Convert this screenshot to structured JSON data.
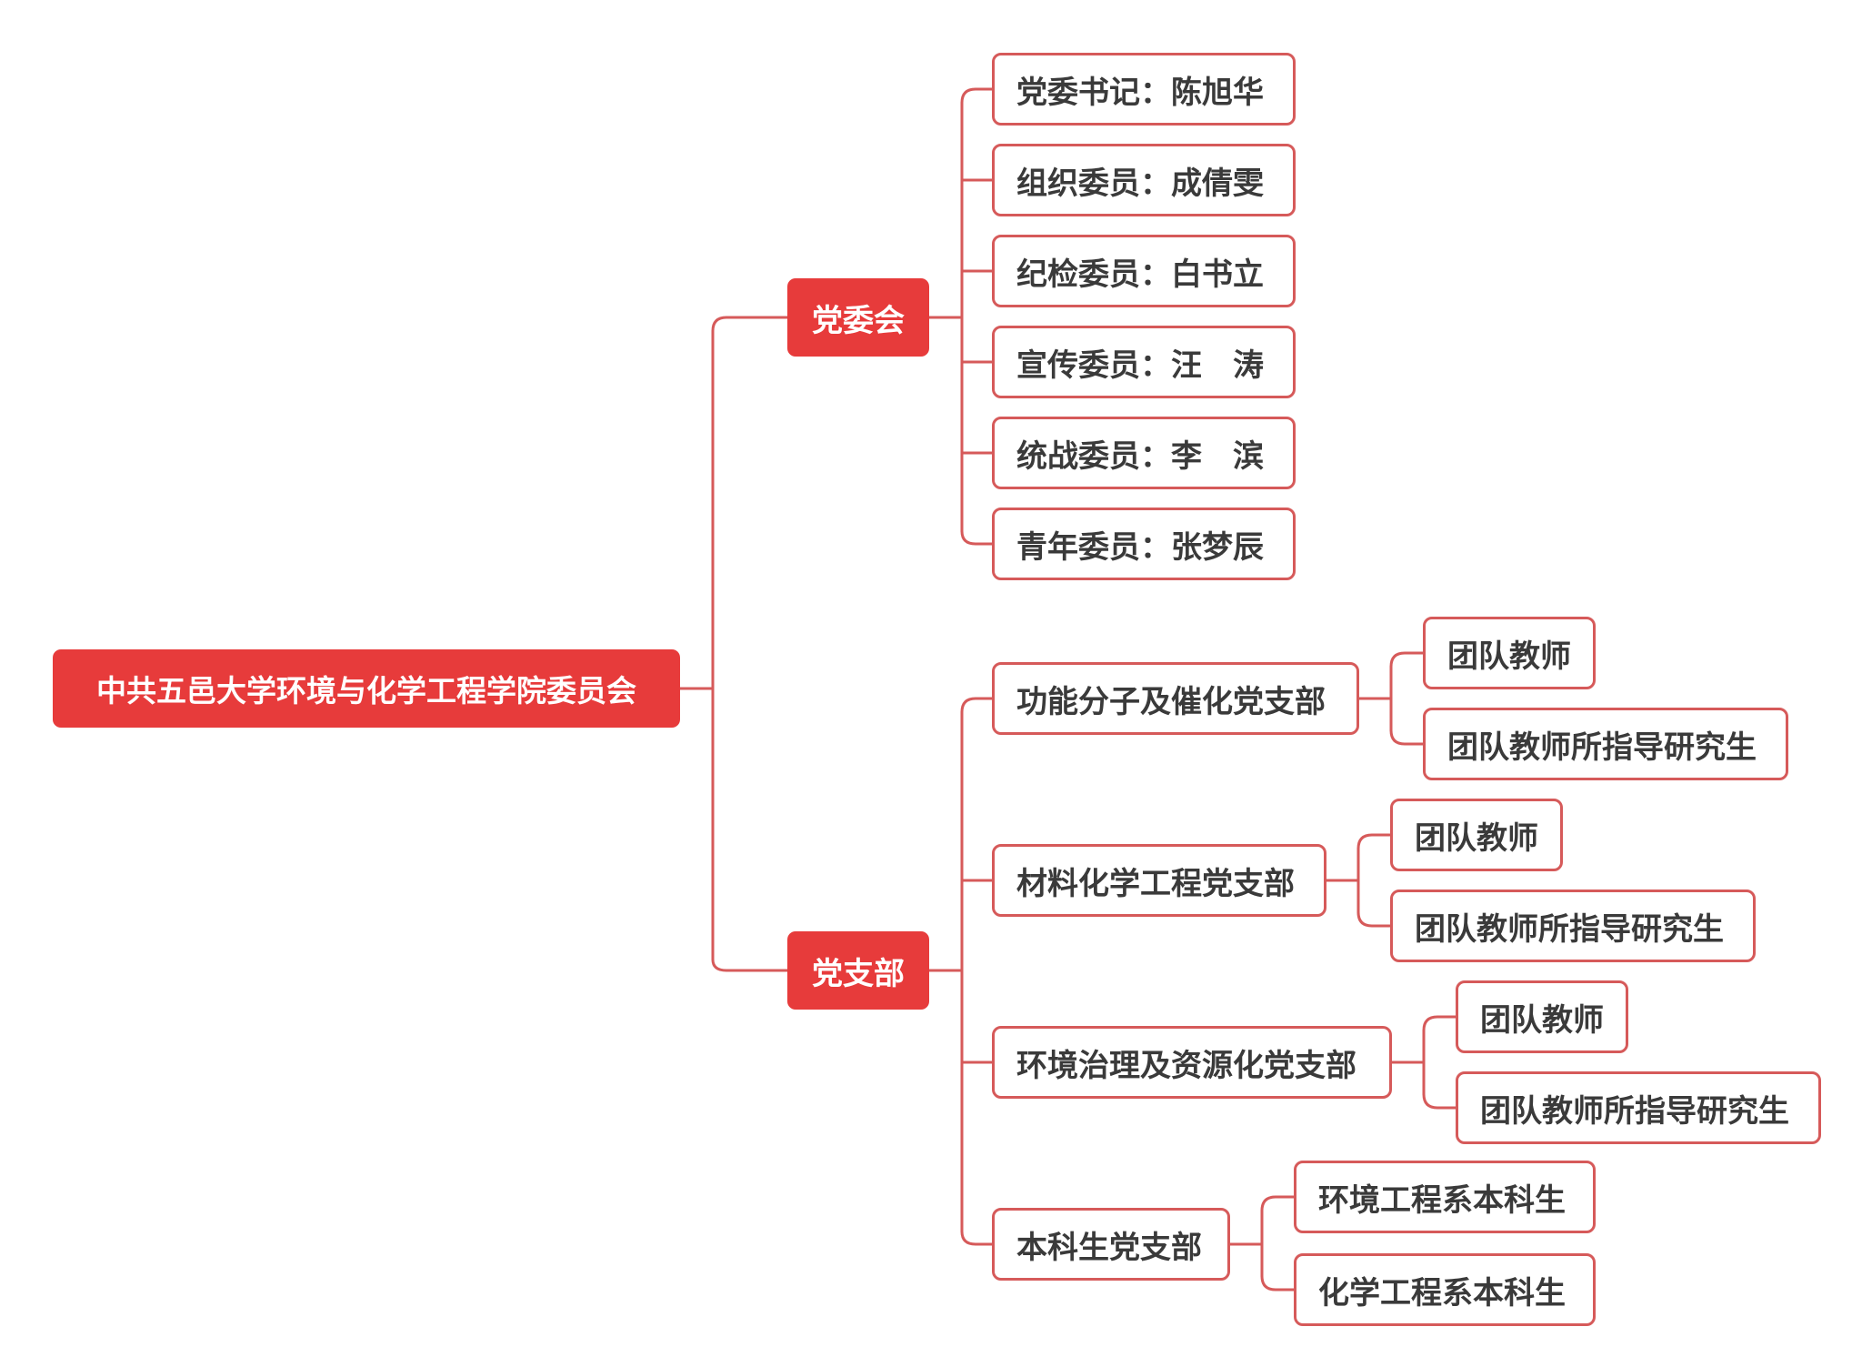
{
  "colors": {
    "primary": "#e73b3b",
    "outline": "#d65a5a",
    "line": "#d65a5a",
    "text_dark": "#3a3a3a",
    "text_light": "#ffffff"
  },
  "root": {
    "label": "中共五邑大学环境与化学工程学院委员会"
  },
  "committee": {
    "label": "党委会",
    "members": [
      "党委书记：陈旭华",
      "组织委员：成倩雯",
      "纪检委员：白书立",
      "宣传委员：汪　涛",
      "统战委员：李　滨",
      "青年委员：张梦辰"
    ]
  },
  "branches": {
    "label": "党支部",
    "items": [
      {
        "name": "功能分子及催化党支部",
        "children": [
          "团队教师",
          "团队教师所指导研究生"
        ]
      },
      {
        "name": "材料化学工程党支部",
        "children": [
          "团队教师",
          "团队教师所指导研究生"
        ]
      },
      {
        "name": "环境治理及资源化党支部",
        "children": [
          "团队教师",
          "团队教师所指导研究生"
        ]
      },
      {
        "name": "本科生党支部",
        "children": [
          "环境工程系本科生",
          "化学工程系本科生"
        ]
      }
    ]
  }
}
